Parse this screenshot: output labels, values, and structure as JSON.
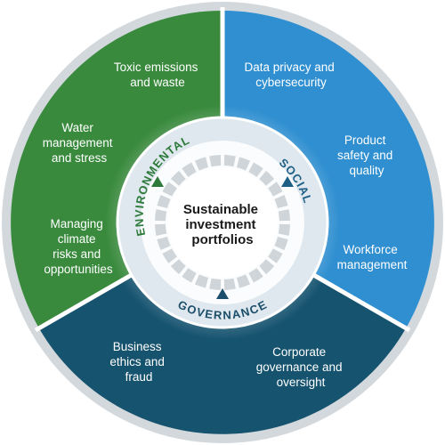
{
  "colors": {
    "environmental": "#3a8a3e",
    "social": "#2f8fd0",
    "governance": "#16536f",
    "outer_ring": "#d3d8dc",
    "inner_ring": "#dfe8ee",
    "arrow": "#1d5a73"
  },
  "center": {
    "lines": [
      "Sustainable",
      "investment",
      "portfolios"
    ]
  },
  "rings": {
    "environmental": "ENVIRONMENTAL",
    "social": "SOCIAL",
    "governance": "GOVERNANCE"
  },
  "segments": {
    "environmental": [
      {
        "lines": [
          "Toxic emissions",
          "and waste"
        ]
      },
      {
        "lines": [
          "Water",
          "management",
          "and stress"
        ]
      },
      {
        "lines": [
          "Managing",
          "climate",
          "risks and",
          "opportunities"
        ]
      }
    ],
    "social": [
      {
        "lines": [
          "Data privacy and",
          "cybersecurity"
        ]
      },
      {
        "lines": [
          "Product",
          "safety and",
          "quality"
        ]
      },
      {
        "lines": [
          "Workforce",
          "management"
        ]
      }
    ],
    "governance": [
      {
        "lines": [
          "Business",
          "ethics and",
          "fraud"
        ]
      },
      {
        "lines": [
          "Corporate",
          "governance and",
          "oversight"
        ]
      }
    ]
  }
}
